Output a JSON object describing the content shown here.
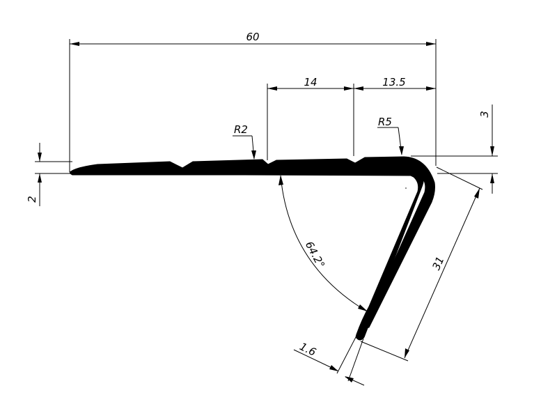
{
  "dimensions": {
    "overall_width": "60",
    "segment_middle": "14",
    "segment_right": "13.5",
    "small_radius": "R2",
    "corner_radius": "R5",
    "overall_height": "3",
    "tread_thickness": "2",
    "angle": "64.2°",
    "leg_length": "31",
    "leg_thickness": "1.6"
  },
  "colors": {
    "line": "#000000",
    "background": "#ffffff"
  }
}
